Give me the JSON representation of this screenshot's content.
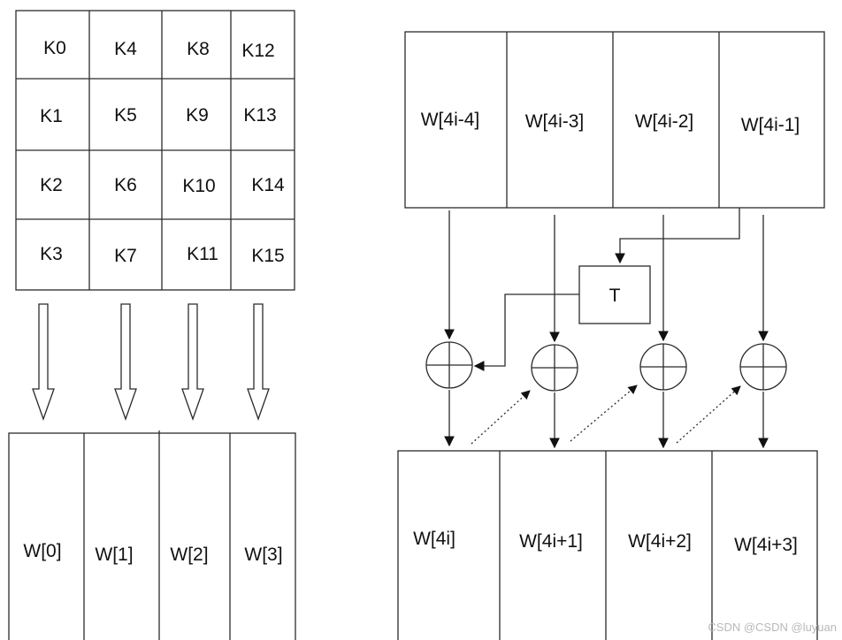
{
  "key_matrix": {
    "cells": [
      [
        "K0",
        "K4",
        "K8",
        "K12"
      ],
      [
        "K1",
        "K5",
        "K9",
        "K13"
      ],
      [
        "K2",
        "K6",
        "K10",
        "K14"
      ],
      [
        "K3",
        "K7",
        "K11",
        "K15"
      ]
    ]
  },
  "initial_words": [
    "W[0]",
    "W[1]",
    "W[2]",
    "W[3]"
  ],
  "previous_words": [
    "W[4i-4]",
    "W[4i-3]",
    "W[4i-2]",
    "W[4i-1]"
  ],
  "t_function": {
    "label": "T"
  },
  "new_words": [
    "W[4i]",
    "W[4i+1]",
    "W[4i+2]",
    "W[4i+3]"
  ],
  "watermark": {
    "text": "CSDN @CSDN @luyuan"
  }
}
